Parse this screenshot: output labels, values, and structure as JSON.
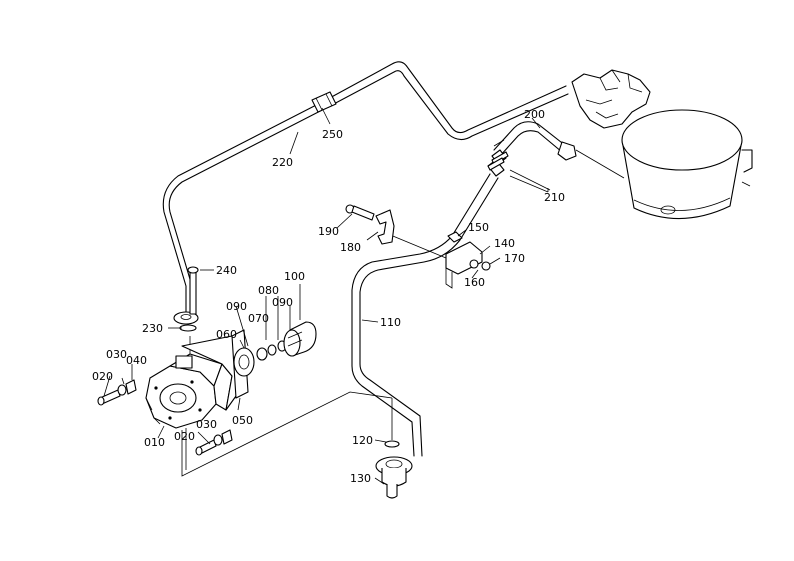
{
  "parts": {
    "p010": "010",
    "p020a": "020",
    "p020b": "020",
    "p030a": "030",
    "p030b": "030",
    "p040": "040",
    "p050": "050",
    "p060": "060",
    "p070": "070",
    "p080": "080",
    "p090a": "090",
    "p090b": "090",
    "p100": "100",
    "p110": "110",
    "p120": "120",
    "p130": "130",
    "p140": "140",
    "p150": "150",
    "p160": "160",
    "p170": "170",
    "p180": "180",
    "p190": "190",
    "p200": "200",
    "p210": "210",
    "p220": "220",
    "p230": "230",
    "p240": "240",
    "p250": "250"
  }
}
